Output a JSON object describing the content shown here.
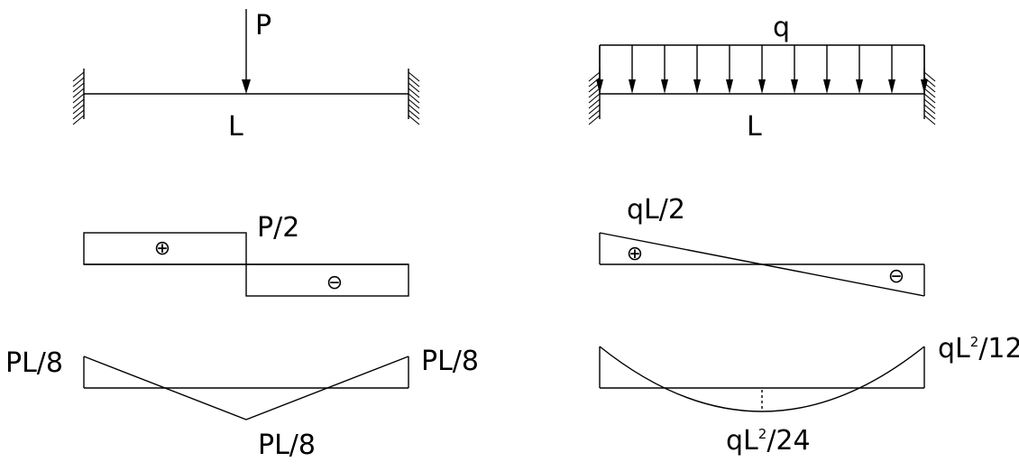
{
  "left": {
    "load_label": "P",
    "span_label": "L",
    "shear": {
      "label": "P/2",
      "positive_sign": "⊕",
      "negative_sign": "⊖"
    },
    "moment": {
      "left_label": "PL/8",
      "right_label": "PL/8",
      "mid_label": "PL/8"
    }
  },
  "right": {
    "load_label": "q",
    "span_label": "L",
    "shear": {
      "label": "qL/2",
      "positive_sign": "⊕",
      "negative_sign": "⊖"
    },
    "moment": {
      "end_label_base": "qL",
      "end_label_exp": "2",
      "end_label_rest": "/12",
      "mid_label_base": "qL",
      "mid_label_exp": "2",
      "mid_label_rest": "/24"
    }
  }
}
